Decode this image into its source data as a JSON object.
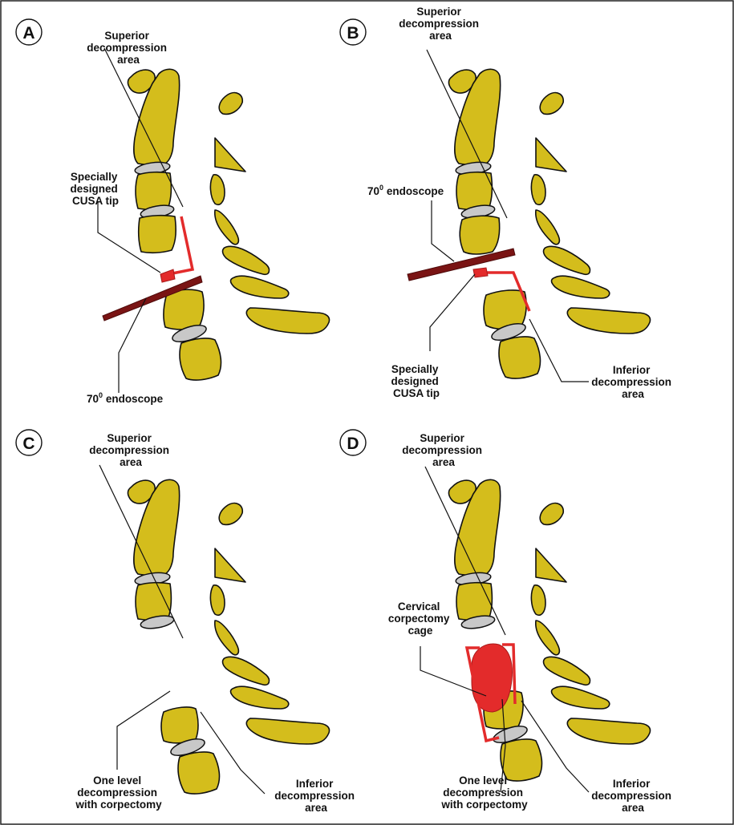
{
  "panels": [
    {
      "letter": "A",
      "superior": [
        "Superior",
        "decompression",
        "area"
      ],
      "tip": [
        "Specially",
        "designed",
        "CUSA tip"
      ],
      "endoscope": {
        "degrees": "70",
        "sup": "0",
        "word": "endoscope"
      }
    },
    {
      "letter": "B",
      "superior": [
        "Superior",
        "decompression",
        "area"
      ],
      "endoscope": {
        "degrees": "70",
        "sup": "0",
        "word": "endoscope"
      },
      "tip": [
        "Specially",
        "designed",
        "CUSA tip"
      ],
      "inferior": [
        "Inferior",
        "decompression",
        "area"
      ]
    },
    {
      "letter": "C",
      "superior": [
        "Superior",
        "decompression",
        "area"
      ],
      "one_level": [
        "One level",
        "decompression",
        "with corpectomy"
      ],
      "inferior": [
        "Inferior",
        "decompression",
        "area"
      ]
    },
    {
      "letter": "D",
      "superior": [
        "Superior",
        "decompression",
        "area"
      ],
      "cage": [
        "Cervical",
        "corpectomy",
        "cage"
      ],
      "one_level": [
        "One level",
        "decompression",
        "with corpectomy"
      ],
      "inferior": [
        "Inferior",
        "decompression",
        "area"
      ]
    }
  ],
  "colors": {
    "bone": "#d4bd1c",
    "disc": "#c8c8c8",
    "instrument": "#e32b2b",
    "endoscope": "#7a1414"
  }
}
